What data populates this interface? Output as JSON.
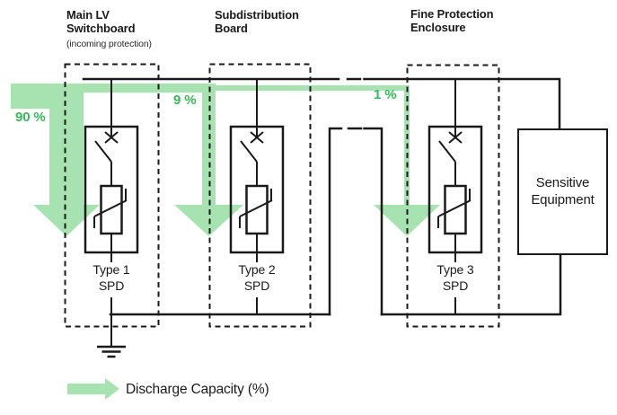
{
  "boards": [
    {
      "title1": "Main LV",
      "title2": "Switchboard",
      "subtitle": "(incoming protection)",
      "spd_type": "Type 1",
      "spd_label": "SPD",
      "discharge": "90 %"
    },
    {
      "title1": "Subdistribution",
      "title2": "Board",
      "subtitle": "",
      "spd_type": "Type 2",
      "spd_label": "SPD",
      "discharge": "9 %"
    },
    {
      "title1": "Fine Protection",
      "title2": "Enclosure",
      "subtitle": "",
      "spd_type": "Type 3",
      "spd_label": "SPD",
      "discharge": "1 %"
    }
  ],
  "equipment": {
    "line1": "Sensitive",
    "line2": "Equipment"
  },
  "legend": {
    "label": "Discharge Capacity (%)"
  },
  "colors": {
    "band_green": "#A7E3B1",
    "label_green": "#35BA57",
    "line_black": "#1A1A1A"
  }
}
